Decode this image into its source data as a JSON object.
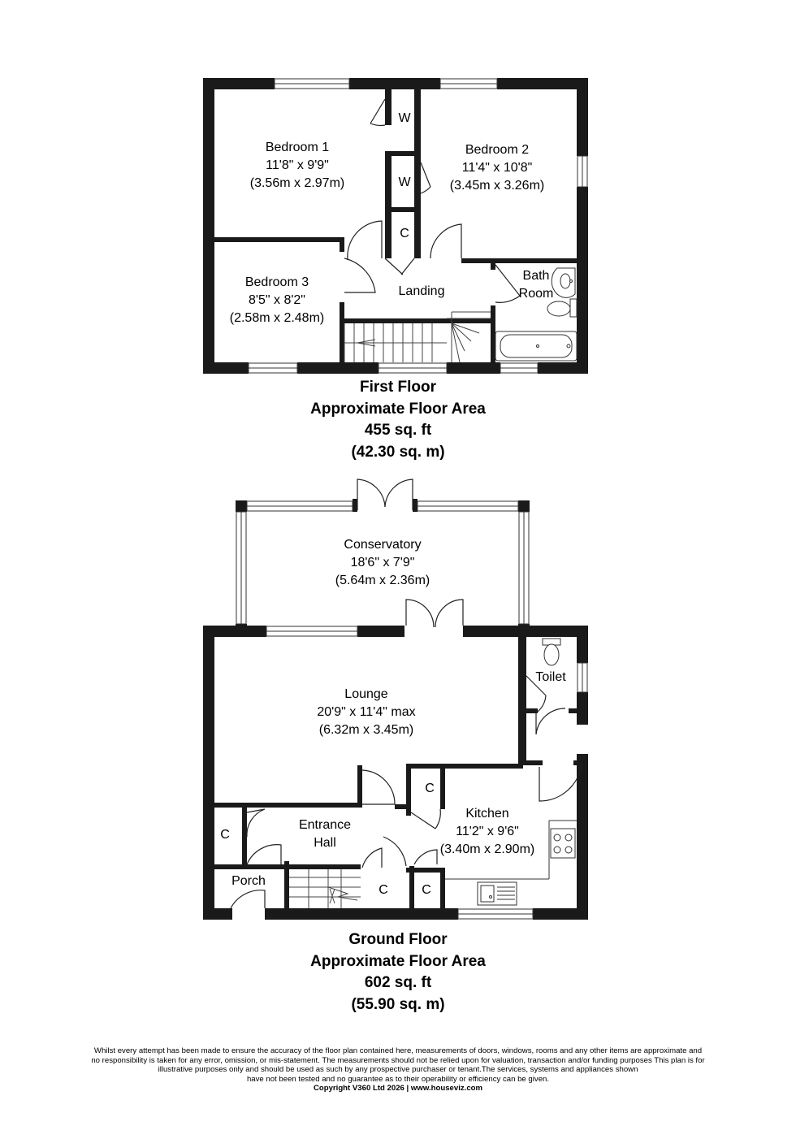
{
  "first_floor": {
    "rooms": {
      "bedroom1": {
        "name": "Bedroom 1",
        "imperial": "11'8\" x 9'9\"",
        "metric": "(3.56m x 2.97m)"
      },
      "bedroom2": {
        "name": "Bedroom 2",
        "imperial": "11'4\" x 10'8\"",
        "metric": "(3.45m x 3.26m)"
      },
      "bedroom3": {
        "name": "Bedroom 3",
        "imperial": "8'5\" x 8'2\"",
        "metric": "(2.58m x 2.48m)"
      },
      "landing": {
        "name": "Landing"
      },
      "bathroom": {
        "line1": "Bath",
        "line2": "Room"
      },
      "wardrobe1": {
        "name": "W"
      },
      "wardrobe2": {
        "name": "W"
      },
      "cupboard": {
        "name": "C"
      }
    },
    "caption": {
      "title": "First Floor",
      "subtitle": "Approximate Floor Area",
      "sqft": "455 sq. ft",
      "sqm": "(42.30 sq. m)"
    }
  },
  "ground_floor": {
    "rooms": {
      "conservatory": {
        "name": "Conservatory",
        "imperial": "18'6\" x 7'9\"",
        "metric": "(5.64m x 2.36m)"
      },
      "lounge": {
        "name": "Lounge",
        "imperial": "20'9\" x 11'4\" max",
        "metric": "(6.32m x 3.45m)"
      },
      "toilet": {
        "name": "Toilet"
      },
      "kitchen": {
        "name": "Kitchen",
        "imperial": "11'2\" x 9'6\"",
        "metric": "(3.40m x 2.90m)"
      },
      "entrance_hall": {
        "line1": "Entrance",
        "line2": "Hall"
      },
      "porch": {
        "name": "Porch"
      },
      "cupboard_hall": {
        "name": "C"
      },
      "cupboard_kitchen": {
        "name": "C"
      },
      "cupboard_stairs": {
        "name": "C"
      },
      "cupboard_kitchen_lower": {
        "name": "C"
      }
    },
    "caption": {
      "title": "Ground Floor",
      "subtitle": "Approximate Floor Area",
      "sqft": "602 sq. ft",
      "sqm": "(55.90 sq. m)"
    }
  },
  "disclaimer": {
    "line1": "Whilst every attempt has been made to ensure the accuracy of the floor plan contained here, measurements of doors, windows, rooms and any other items are approximate and",
    "line2": "no responsibility is taken for any error, omission, or mis-statement.  The measurements should not be relied upon for valuation, transaction and/or funding purposes This plan is for",
    "line3": "illustrative purposes only and should be used as such by any prospective purchaser or tenant.The services, systems and appliances shown",
    "line4": "have not been tested and no guarantee as to their operability or efficiency can be given.",
    "copyright": "Copyright V360 Ltd 2026 | www.houseviz.com"
  }
}
